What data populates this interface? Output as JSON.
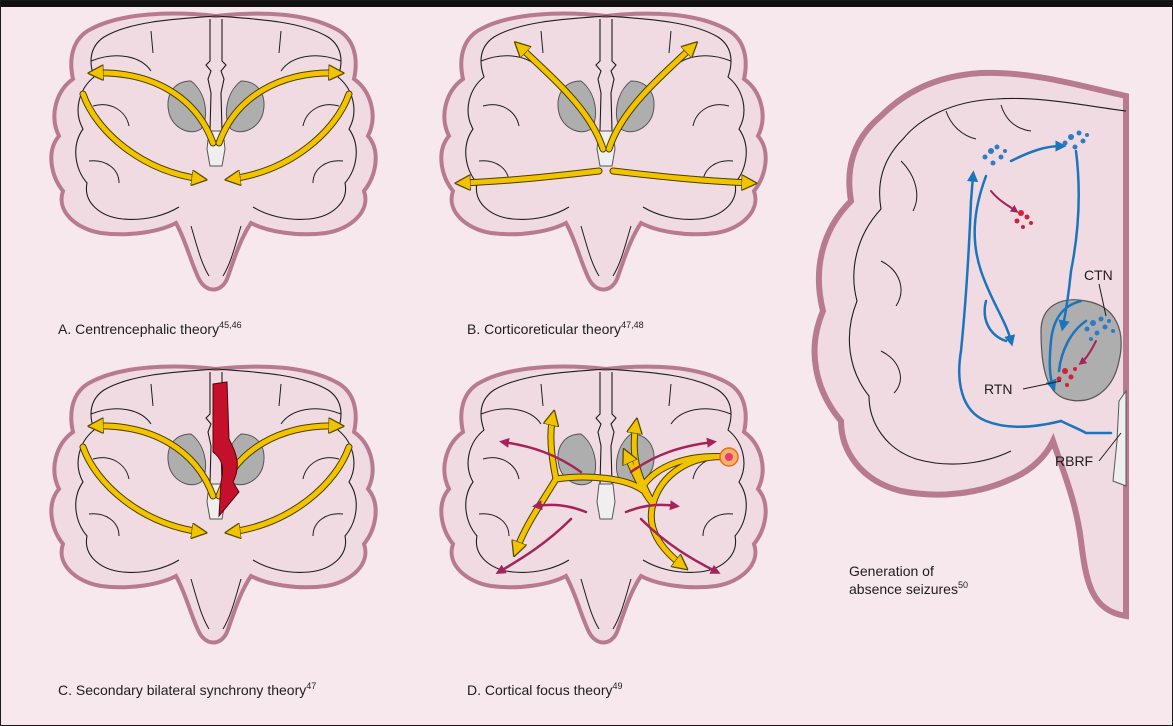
{
  "panels": [
    {
      "caption": "A. Centrencephalic theory",
      "ref": "45,46"
    },
    {
      "caption": "B. Corticoreticular theory",
      "ref": "47,48"
    },
    {
      "caption": "C. Secondary bilateral synchrony theory",
      "ref": "47"
    },
    {
      "caption": "D. Cortical focus theory",
      "ref": "49"
    }
  ],
  "side_panel": {
    "caption_line1": "Generation of",
    "caption_line2": "absence seizures",
    "ref": "50",
    "labels": {
      "ctn": "CTN",
      "rtn": "RTN",
      "rbrf": "RBRF"
    }
  },
  "colors": {
    "background": "#f6e8ec",
    "brain_fill": "#f1dbe2",
    "brain_outline": "#b77a8f",
    "thalamus": "#aeaeae",
    "yellow_arrow": "#f2c400",
    "red_arrow": "#c4102a",
    "magenta_arrow": "#a3245a",
    "blue_pathway": "#1a75bd"
  }
}
